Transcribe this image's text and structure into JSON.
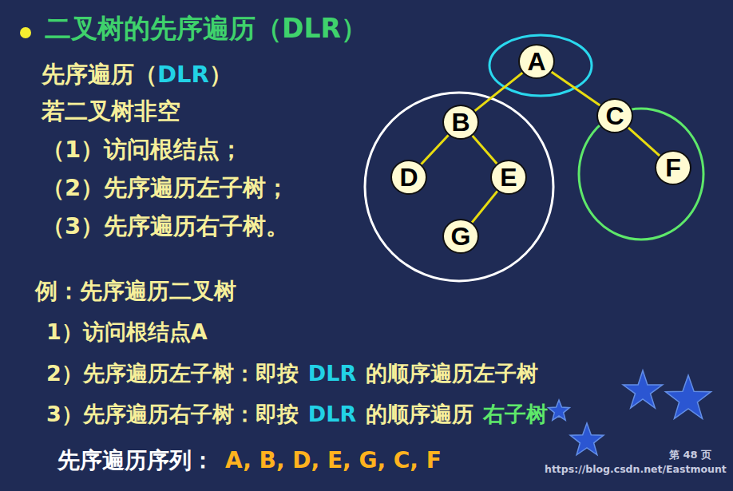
{
  "diagram": {
    "title": "二叉树的先序遍历（DLR）",
    "nodes": [
      {
        "text": [
          "A"
        ]
      },
      {
        "text": [
          "B"
        ]
      },
      {
        "text": [
          "C"
        ]
      },
      {
        "text": [
          "D"
        ]
      },
      {
        "text": [
          "E"
        ]
      },
      {
        "text": [
          "F"
        ]
      },
      {
        "text": [
          "G"
        ]
      }
    ],
    "edges": [
      {
        "from": 0,
        "to": 1,
        "arrow": "none"
      },
      {
        "from": 0,
        "to": 2,
        "arrow": "none"
      },
      {
        "from": 1,
        "to": 3,
        "arrow": "none"
      },
      {
        "from": 1,
        "to": 4,
        "arrow": "none"
      },
      {
        "from": 2,
        "to": 5,
        "arrow": "none"
      },
      {
        "from": 4,
        "to": 6,
        "arrow": "none"
      }
    ],
    "labels": [
      "先序遍历（",
      "DLR",
      "）",
      "若二叉树非空",
      "（1）访问根结点；",
      "（2）先序遍历左子树；",
      "（3）先序遍历右子树。",
      "例：先序遍历二叉树",
      "1）访问根结点A",
      "2）先序遍历左子树：即按",
      "DLR",
      "的顺序遍历左子树",
      "3）先序遍历右子树：即按",
      "DLR",
      "的顺序遍历",
      "右子树",
      "先序遍历序列：",
      "A, B, D, E, G, C, F",
      "https://blog.csdn.net/Eastmount",
      "第 48 页"
    ]
  }
}
